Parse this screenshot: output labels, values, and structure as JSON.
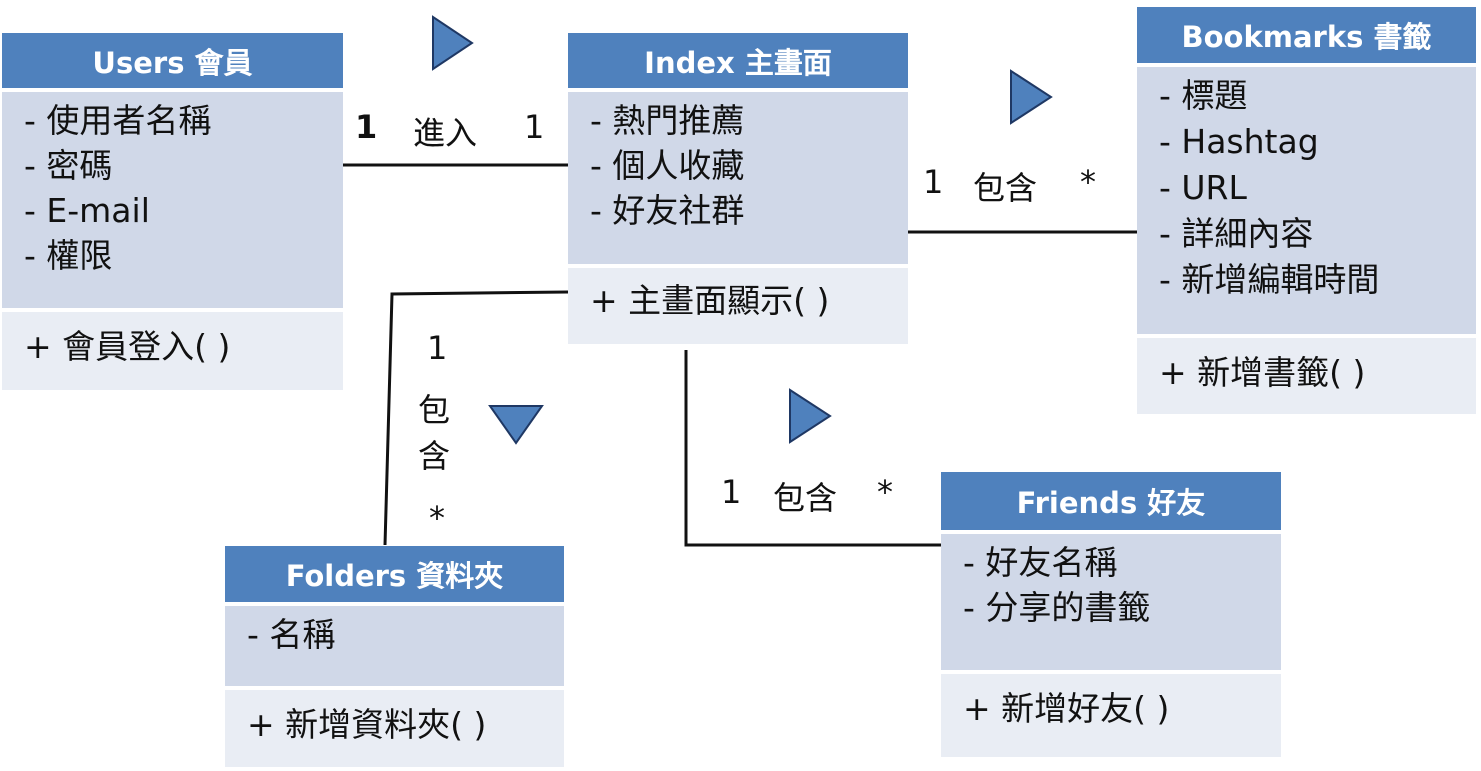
{
  "classes": {
    "users": {
      "name": "Users 會員",
      "attributes": [
        "- 使用者名稱",
        "- 密碼",
        "- E-mail",
        "- 權限"
      ],
      "operations": [
        "+ 會員登入( )"
      ]
    },
    "index": {
      "name": "Index 主畫面",
      "attributes": [
        "- 熱門推薦",
        "- 個人收藏",
        "- 好友社群"
      ],
      "operations": [
        "+ 主畫面顯示( )"
      ]
    },
    "bookmarks": {
      "name": "Bookmarks 書籤",
      "attributes": [
        "- 標題",
        "- Hashtag",
        "- URL",
        "- 詳細內容",
        "- 新增編輯時間"
      ],
      "operations": [
        "+ 新增書籤( )"
      ]
    },
    "folders": {
      "name": "Folders 資料夾",
      "attributes": [
        "- 名稱"
      ],
      "operations": [
        "+ 新增資料夾( )"
      ]
    },
    "friends": {
      "name": "Friends 好友",
      "attributes": [
        "- 好友名稱",
        "- 分享的書籤"
      ],
      "operations": [
        "+ 新增好友( )"
      ]
    }
  },
  "associations": {
    "users_index": {
      "source_mult": "1",
      "verb": "進入",
      "target_mult": "1"
    },
    "index_bookmarks": {
      "source_mult": "1",
      "verb": "包含",
      "target_mult": "*"
    },
    "index_folders": {
      "source_mult": "1",
      "verb_char_1": "包",
      "verb_char_2": "含",
      "target_mult": "*"
    },
    "index_friends": {
      "source_mult": "1",
      "verb": "包含",
      "target_mult": "*"
    }
  },
  "colors": {
    "header": "#4f81bd",
    "attributes_band": "#d0d8e8",
    "operations_band": "#e9edf4",
    "arrow_fill": "#4f81bd",
    "arrow_stroke": "#1f3864",
    "line": "#111111"
  }
}
